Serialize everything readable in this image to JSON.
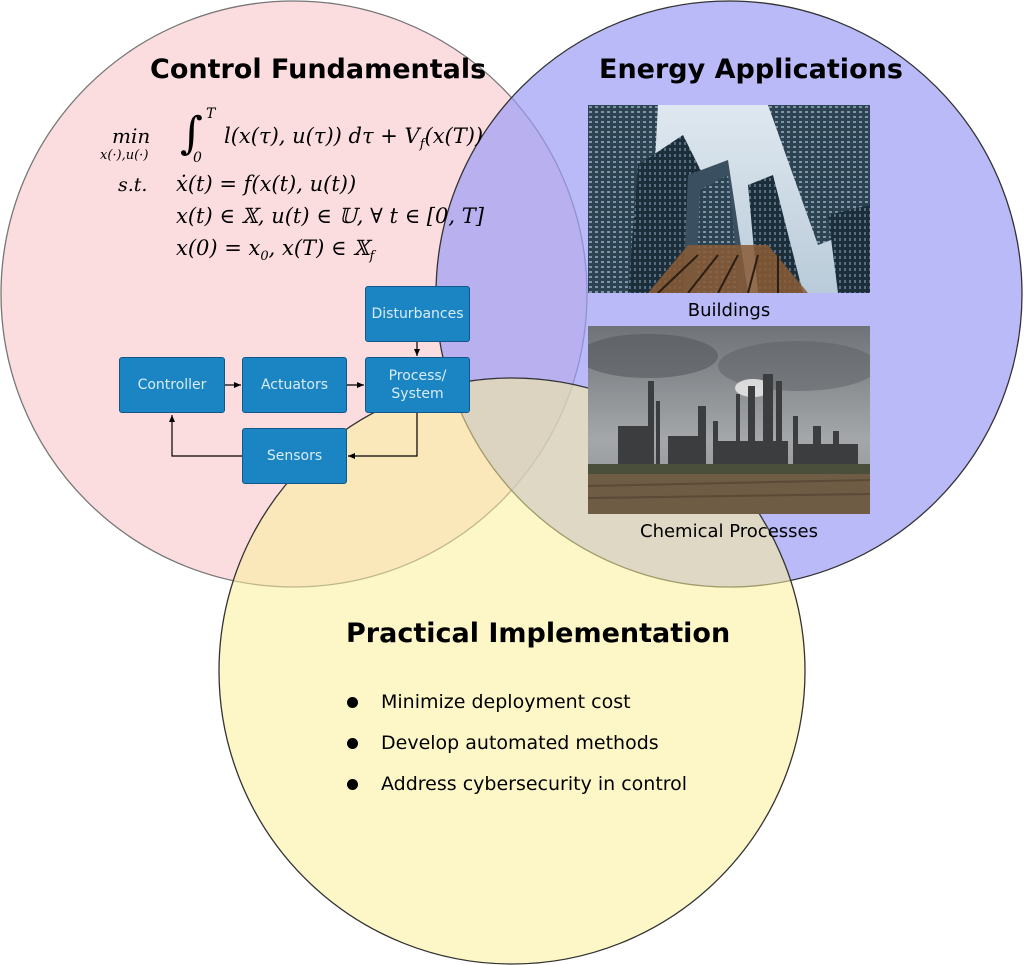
{
  "circles": {
    "control": {
      "title": "Control Fundamentals",
      "color": "#f9c7cc"
    },
    "energy": {
      "title": "Energy Applications",
      "color": "#aaaaf8"
    },
    "practical": {
      "title": "Practical Implementation",
      "color": "#fbf3a8"
    }
  },
  "formula": {
    "min": "min",
    "min_sub": "x(·),u(·)",
    "upper_limit": "T",
    "lower_limit": "0",
    "objective": "l(x(τ), u(τ)) dτ + V",
    "objective_sub": "f",
    "objective_end": "(x(T))",
    "st": "s.t.",
    "line1": "ẋ(t) = f(x(t), u(t))",
    "line2": "x(t) ∈ 𝕏, u(t) ∈ 𝕌,  ∀ t ∈ [0, T]",
    "line3a": "x(0) = x",
    "line3_sub0": "0",
    "line3b": ", x(T) ∈ 𝕏",
    "line3_subf": "f"
  },
  "block_diagram": {
    "disturbances": "Disturbances",
    "controller": "Controller",
    "actuators": "Actuators",
    "process_line1": "Process/",
    "process_line2": "System",
    "sensors": "Sensors",
    "block_color": "#1a85c2"
  },
  "energy": {
    "image1_caption": "Buildings",
    "image2_caption": "Chemical Processes"
  },
  "practical": {
    "bullets": [
      "Minimize deployment cost",
      "Develop automated methods",
      "Address cybersecurity in control"
    ]
  }
}
